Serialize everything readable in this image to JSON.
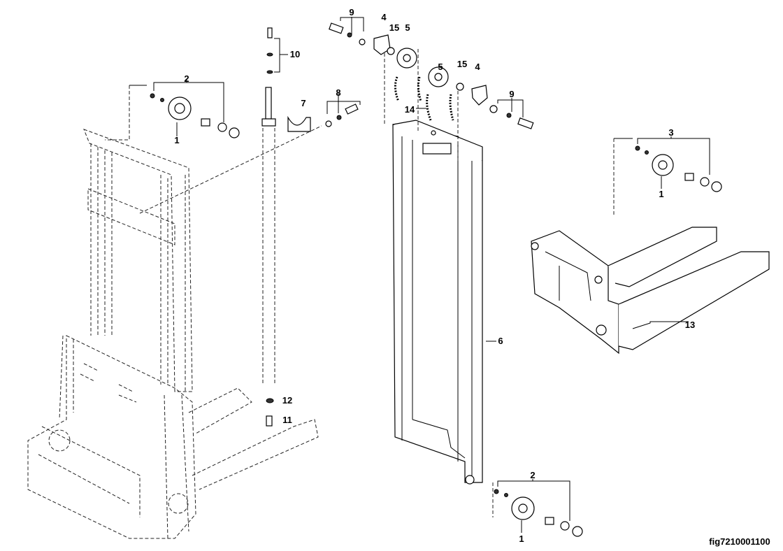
{
  "figure": {
    "caption": "fig7210001100",
    "callouts": [
      "9",
      "4",
      "15",
      "5",
      "5",
      "15",
      "4",
      "9",
      "10",
      "2",
      "1",
      "7",
      "8",
      "14",
      "3",
      "1",
      "6",
      "13",
      "12",
      "11",
      "2",
      "1"
    ]
  }
}
